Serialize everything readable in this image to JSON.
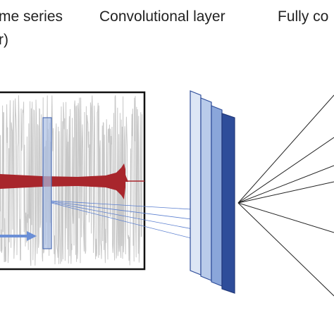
{
  "labels": {
    "time_series_line1": "me series",
    "time_series_line2": "r)",
    "convolutional_layer": "Convolutional layer",
    "fully_connected": "Fully co"
  },
  "colors": {
    "background": "#ffffff",
    "signal_gray": "#c8c8c8",
    "envelope_red": "#a8262c",
    "window_fill": "#a9bde3",
    "window_stroke": "#4f6fb3",
    "arrow_blue": "#6b8fd6",
    "connection_blue": "#5b7fd0",
    "layer_colors": [
      "#dde6f5",
      "#b9cbea",
      "#8aa6da",
      "#2e4d9a"
    ],
    "frame": "#111111",
    "fc_lines": "#222222"
  },
  "icons": {
    "scan_direction": "arrow-right-icon"
  }
}
